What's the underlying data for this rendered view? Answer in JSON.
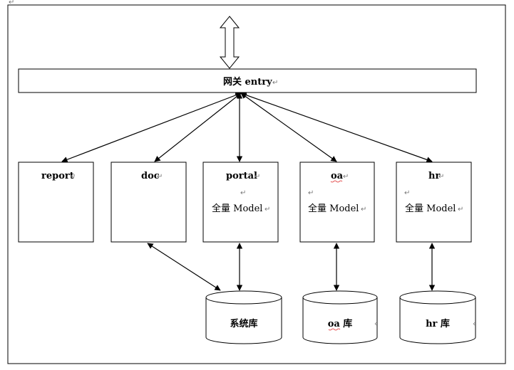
{
  "gateway": {
    "label": "网关 entry",
    "mark": "↵"
  },
  "services": [
    {
      "id": "report",
      "label": "report",
      "mark": "↵",
      "sublabel": "",
      "submark": "",
      "extramark": ""
    },
    {
      "id": "doc",
      "label": "doc",
      "mark": "↵",
      "sublabel": "",
      "submark": "",
      "extramark": ""
    },
    {
      "id": "portal",
      "label": "portal",
      "mark": "↵",
      "sublabel": "全量 Model",
      "submark": "↵",
      "extramark": "↵"
    },
    {
      "id": "oa",
      "label": "oa",
      "mark": "↵",
      "sublabel": "全量 Model",
      "submark": "↵",
      "extramark": "↵"
    },
    {
      "id": "hr",
      "label": "hr",
      "mark": "↵",
      "sublabel": "全量 Model",
      "submark": "↵",
      "extramark": "↵"
    }
  ],
  "databases": [
    {
      "id": "system-db",
      "label": "系统库"
    },
    {
      "id": "oa-db",
      "label": "oa 库"
    },
    {
      "id": "hr-db",
      "label": "hr 库"
    }
  ],
  "corner_mark": "↵"
}
